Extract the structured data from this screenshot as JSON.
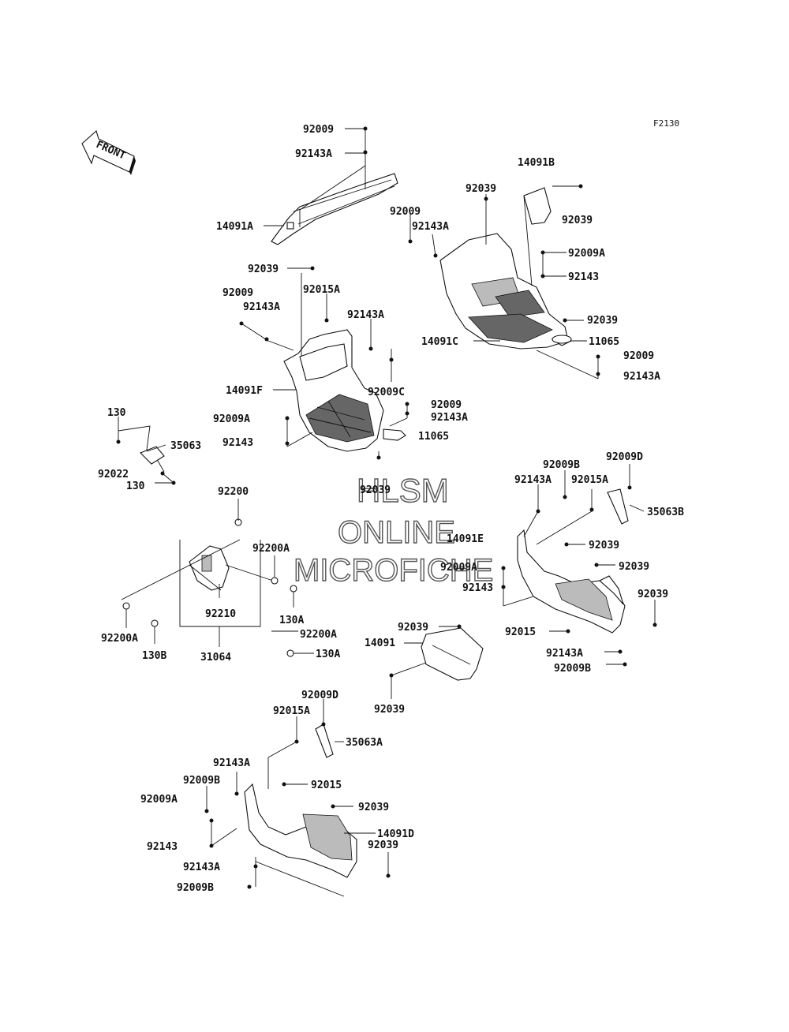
{
  "figure_code": "F2130",
  "front_label": "FRONT",
  "watermark": [
    "HLSM",
    "ONLINE",
    "MICROFICHE"
  ],
  "labels": [
    {
      "id": "l1",
      "text": "92009"
    },
    {
      "id": "l2",
      "text": "92143A"
    },
    {
      "id": "l3",
      "text": "14091A"
    },
    {
      "id": "l4",
      "text": "92039"
    },
    {
      "id": "l5",
      "text": "92009"
    },
    {
      "id": "l6",
      "text": "92015A"
    },
    {
      "id": "l7",
      "text": "92143A"
    },
    {
      "id": "l8",
      "text": "92143A"
    },
    {
      "id": "l9",
      "text": "14091F"
    },
    {
      "id": "l10",
      "text": "92009C"
    },
    {
      "id": "l11",
      "text": "92009"
    },
    {
      "id": "l12",
      "text": "92009A"
    },
    {
      "id": "l13",
      "text": "92143A"
    },
    {
      "id": "l14",
      "text": "92143"
    },
    {
      "id": "l15",
      "text": "11065"
    },
    {
      "id": "l16",
      "text": "92039"
    },
    {
      "id": "l17",
      "text": "14091B"
    },
    {
      "id": "l18",
      "text": "92039"
    },
    {
      "id": "l19",
      "text": "92039"
    },
    {
      "id": "l20",
      "text": "92009"
    },
    {
      "id": "l21",
      "text": "92143A"
    },
    {
      "id": "l22",
      "text": "92009A"
    },
    {
      "id": "l23",
      "text": "92143"
    },
    {
      "id": "l24",
      "text": "92039"
    },
    {
      "id": "l25",
      "text": "14091C"
    },
    {
      "id": "l26",
      "text": "11065"
    },
    {
      "id": "l27",
      "text": "92009"
    },
    {
      "id": "l28",
      "text": "92143A"
    },
    {
      "id": "l29",
      "text": "130"
    },
    {
      "id": "l30",
      "text": "35063"
    },
    {
      "id": "l31",
      "text": "92022"
    },
    {
      "id": "l32",
      "text": "130"
    },
    {
      "id": "l33",
      "text": "92200"
    },
    {
      "id": "l34",
      "text": "92200A"
    },
    {
      "id": "l35",
      "text": "92210"
    },
    {
      "id": "l36",
      "text": "130A"
    },
    {
      "id": "l37",
      "text": "92200A"
    },
    {
      "id": "l38",
      "text": "130A"
    },
    {
      "id": "l39",
      "text": "92200A"
    },
    {
      "id": "l40",
      "text": "130B"
    },
    {
      "id": "l41",
      "text": "31064"
    },
    {
      "id": "l42",
      "text": "92009B"
    },
    {
      "id": "l43",
      "text": "92009D"
    },
    {
      "id": "l44",
      "text": "92143A"
    },
    {
      "id": "l45",
      "text": "92015A"
    },
    {
      "id": "l46",
      "text": "35063B"
    },
    {
      "id": "l47",
      "text": "14091E"
    },
    {
      "id": "l48",
      "text": "92039"
    },
    {
      "id": "l49",
      "text": "92009A"
    },
    {
      "id": "l50",
      "text": "92039"
    },
    {
      "id": "l51",
      "text": "92143"
    },
    {
      "id": "l52",
      "text": "92039"
    },
    {
      "id": "l53",
      "text": "92039"
    },
    {
      "id": "l54",
      "text": "14091"
    },
    {
      "id": "l55",
      "text": "92015"
    },
    {
      "id": "l56",
      "text": "92143A"
    },
    {
      "id": "l57",
      "text": "92009B"
    },
    {
      "id": "l58",
      "text": "92039"
    },
    {
      "id": "l59",
      "text": "92009D"
    },
    {
      "id": "l60",
      "text": "92015A"
    },
    {
      "id": "l61",
      "text": "35063A"
    },
    {
      "id": "l62",
      "text": "92143A"
    },
    {
      "id": "l63",
      "text": "92009B"
    },
    {
      "id": "l64",
      "text": "92015"
    },
    {
      "id": "l65",
      "text": "92009A"
    },
    {
      "id": "l66",
      "text": "92039"
    },
    {
      "id": "l67",
      "text": "14091D"
    },
    {
      "id": "l68",
      "text": "92143"
    },
    {
      "id": "l69",
      "text": "92039"
    },
    {
      "id": "l70",
      "text": "92143A"
    },
    {
      "id": "l71",
      "text": "92009B"
    }
  ]
}
